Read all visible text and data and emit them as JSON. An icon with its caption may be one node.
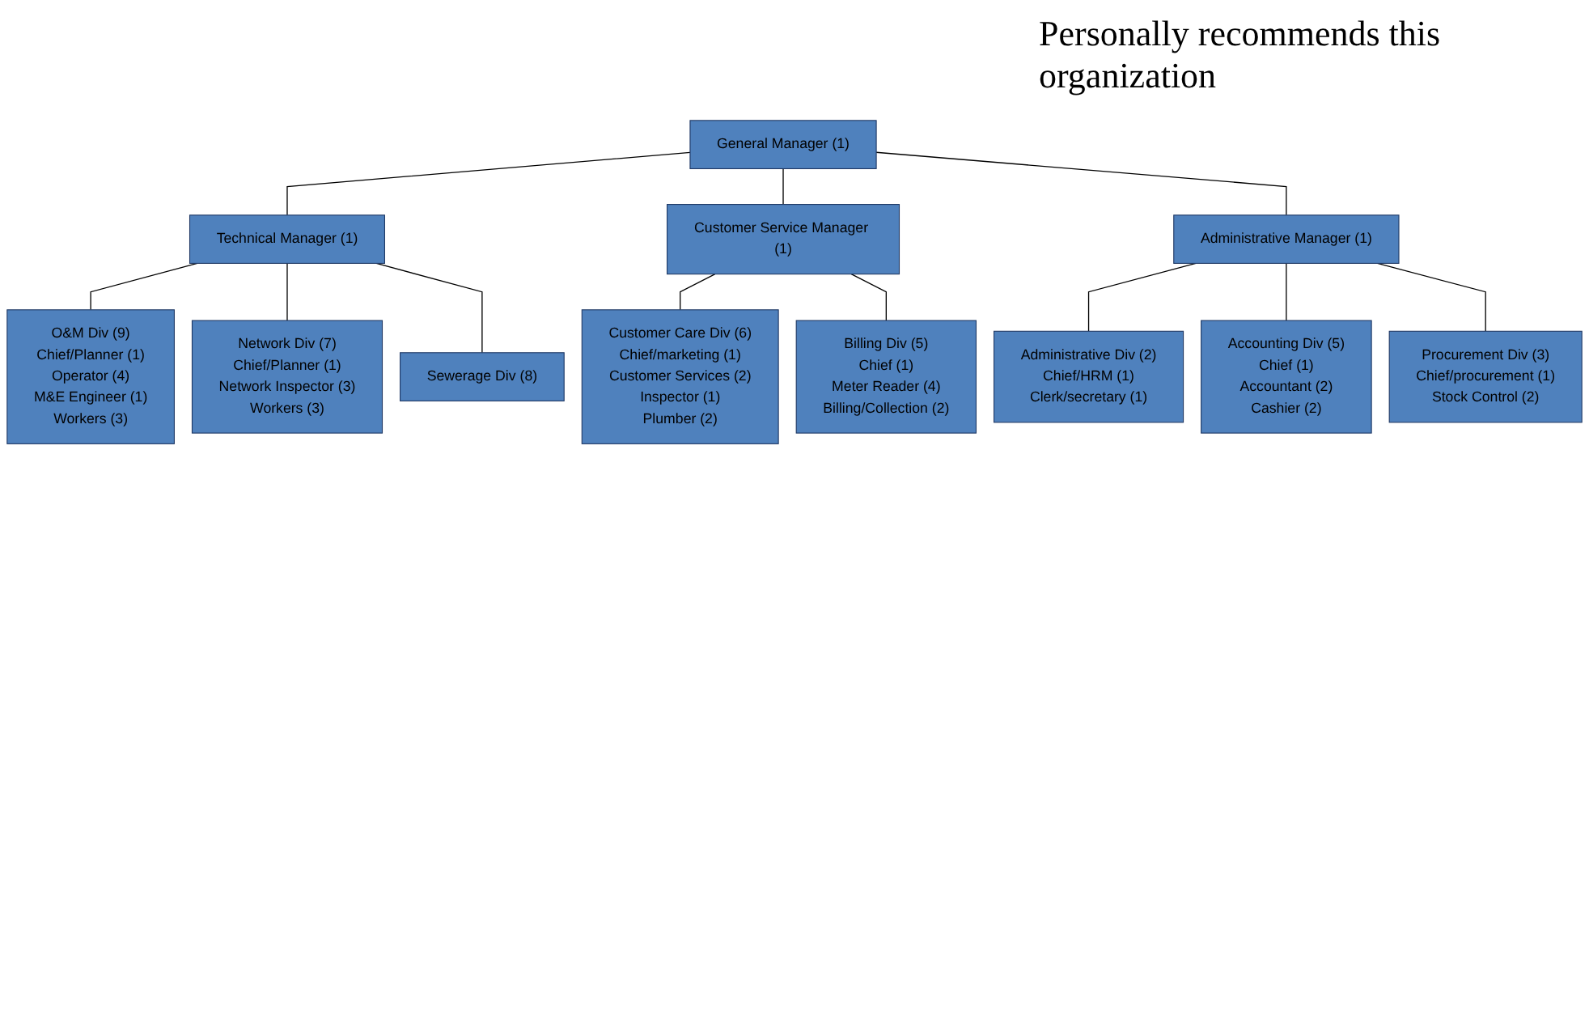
{
  "diagram": {
    "nodes": [
      {
        "text": [
          "General Manager (1)"
        ]
      },
      {
        "text": [
          "Technical Manager (1)"
        ]
      },
      {
        "text": [
          "Customer Service Manager (1)"
        ]
      },
      {
        "text": [
          "Administrative Manager (1)"
        ]
      },
      {
        "text": [
          "O&M Div (9)",
          "Chief/Planner (1)",
          "Operator (4)",
          "M&E Engineer (1)",
          "Workers (3)"
        ]
      },
      {
        "text": [
          "Network  Div (7)",
          "Chief/Planner (1)",
          "Network Inspector (3)",
          "Workers (3)"
        ]
      },
      {
        "text": [
          "Sewerage  Div (8)"
        ]
      },
      {
        "text": [
          "Customer Care Div (6)",
          "Chief/marketing (1)",
          "Customer Services (2)",
          "Inspector (1)",
          "Plumber (2)"
        ]
      },
      {
        "text": [
          "Billing Div (5)",
          "Chief (1)",
          "Meter Reader (4)",
          "Billing/Collection (2)"
        ]
      },
      {
        "text": [
          "Administrative Div (2)",
          "Chief/HRM (1)",
          "Clerk/secretary (1)"
        ]
      },
      {
        "text": [
          "Accounting Div (5)",
          "Chief (1)",
          "Accountant (2)",
          "Cashier (2)"
        ]
      },
      {
        "text": [
          "Procurement Div (3)",
          "Chief/procurement (1)",
          "Stock Control (2)"
        ]
      }
    ],
    "edges": [
      {
        "from": 0,
        "to": 1,
        "arrow": "none"
      },
      {
        "from": 0,
        "to": 2,
        "arrow": "none"
      },
      {
        "from": 0,
        "to": 3,
        "arrow": "none"
      },
      {
        "from": 1,
        "to": 4,
        "arrow": "none"
      },
      {
        "from": 1,
        "to": 5,
        "arrow": "none"
      },
      {
        "from": 1,
        "to": 6,
        "arrow": "none"
      },
      {
        "from": 2,
        "to": 7,
        "arrow": "none"
      },
      {
        "from": 2,
        "to": 8,
        "arrow": "none"
      },
      {
        "from": 3,
        "to": 9,
        "arrow": "none"
      },
      {
        "from": 3,
        "to": 10,
        "arrow": "none"
      },
      {
        "from": 3,
        "to": 11,
        "arrow": "none"
      }
    ],
    "labels": [
      "Personally recommends this organization"
    ]
  }
}
